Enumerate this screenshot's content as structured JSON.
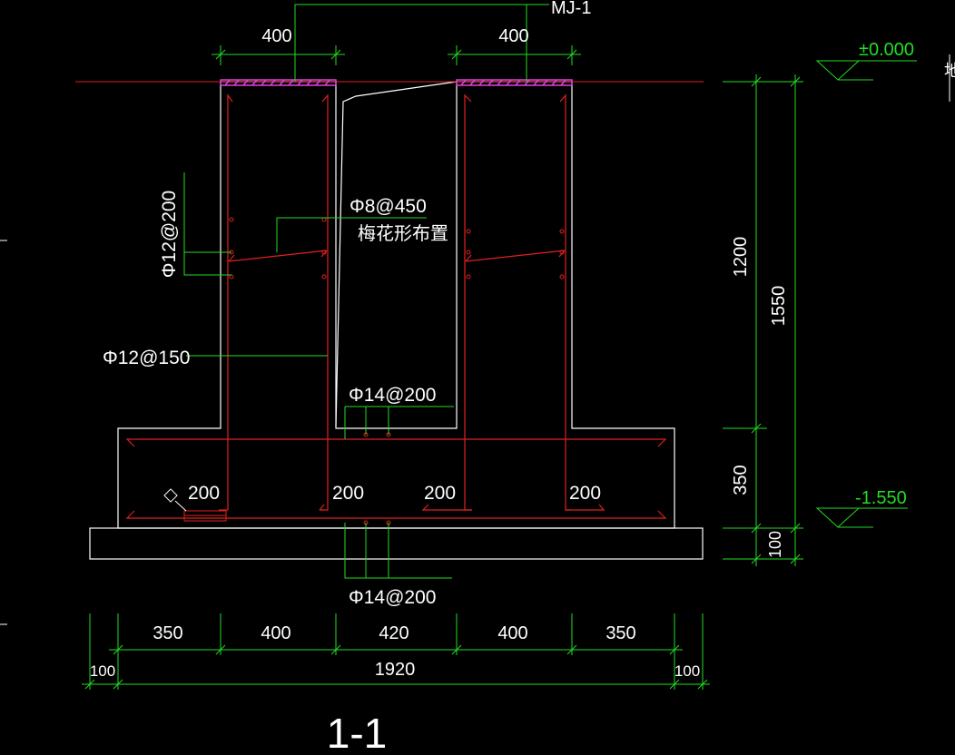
{
  "drawing": {
    "section_title": "1-1",
    "top_tag": "MJ-1",
    "edge_char": "地",
    "colors": {
      "background": "#000000",
      "concrete_outline": "#ffffff",
      "rebar": "#e02020",
      "dimension": "#22dd22",
      "embedded_plate": "#e040e0",
      "ground_line": "#e02020"
    },
    "top_dims": [
      "400",
      "400"
    ],
    "labels": {
      "stirrup_spec": "Φ8@450",
      "stirrup_layout": "梅花形布置",
      "wall_horizontal_bar": "Φ12@200",
      "wall_vertical_bar": "Φ12@150",
      "base_top_bar": "Φ14@200",
      "base_bottom_bar": "Φ14@200",
      "hooks": [
        "200",
        "200",
        "200",
        "200"
      ]
    },
    "elevations": {
      "top": "±0.000",
      "bottom": "-1.550"
    },
    "right_dims": {
      "wall_height": "1200",
      "total_height": "1550",
      "base_thickness": "350",
      "cushion_thickness": "100"
    },
    "bottom_dims": {
      "segments": [
        "350",
        "400",
        "420",
        "400",
        "350"
      ],
      "total": "1920",
      "cushion_left": "100",
      "cushion_right": "100"
    }
  }
}
